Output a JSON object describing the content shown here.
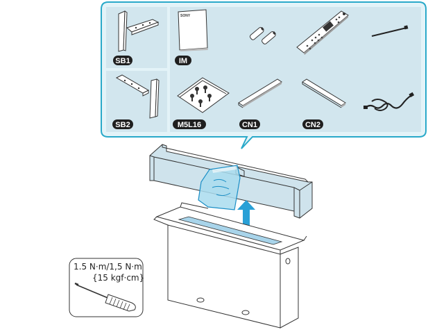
{
  "parts": [
    {
      "id": "sb1",
      "label": "SB1"
    },
    {
      "id": "im",
      "label": "IM"
    },
    {
      "id": "sb2",
      "label": "SB2"
    },
    {
      "id": "m5l16",
      "label": "M5L16"
    },
    {
      "id": "cn1",
      "label": "CN1"
    },
    {
      "id": "cn2",
      "label": "CN2"
    }
  ],
  "manual_brand": "SONY",
  "torque": {
    "line1": "1.5 N·m/1,5 N·m",
    "line2": "{15 kgf·cm}"
  },
  "colors": {
    "callout_border": "#29a9c9",
    "callout_fill": "#e3f3f8",
    "panel_fill": "#d2e6ee",
    "label_bg": "#1f1f1f",
    "foam": "#cfe3ec",
    "bag": "#a9dcef",
    "arrow": "#29a0d6",
    "tape": "#a8d4ea"
  },
  "icons": [
    "screwdriver-icon",
    "up-arrow-icon",
    "screws-bag-icon",
    "remote-control-icon",
    "batteries-icon",
    "power-cord-icon",
    "cable-tie-icon"
  ]
}
